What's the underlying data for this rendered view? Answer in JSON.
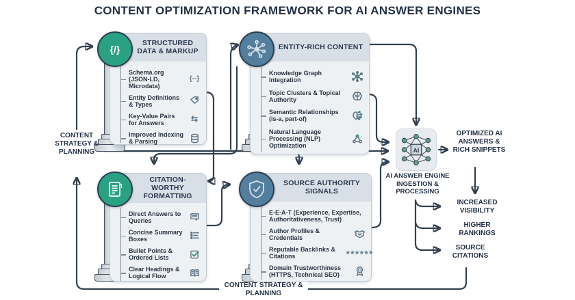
{
  "title": "CONTENT OPTIMIZATION FRAMEWORK FOR AI ANSWER ENGINES",
  "boxes": [
    {
      "id": "structured-data",
      "title": "STRUCTURED DATA & MARKUP",
      "badge_icon": "code-braces-icon",
      "badge_glyph": "{/}",
      "items": [
        {
          "text": "Schema.org (JSON-LD, Microdata)",
          "icon": "braces-icon"
        },
        {
          "text": "Entity Definitions & Types",
          "icon": "tags-icon"
        },
        {
          "text": "Key-Value Pairs for Answers",
          "icon": "swap-arrows-icon"
        },
        {
          "text": "Improved Indexing & Parsing",
          "icon": "database-icon"
        }
      ]
    },
    {
      "id": "entity-rich",
      "title": "ENTITY-RICH CONTENT",
      "badge_icon": "molecule-icon",
      "items": [
        {
          "text": "Knowledge Graph Integration",
          "icon": "graph-node-icon"
        },
        {
          "text": "Topic Clusters & Topical Authority",
          "icon": "brain-icon"
        },
        {
          "text": "Semantic Relationships (is-a, part-of)",
          "icon": "brain-network-icon"
        },
        {
          "text": "Natural Language Processing (NLP) Optimization",
          "icon": "network-icon"
        }
      ]
    },
    {
      "id": "citation-worthy",
      "title": "CITATION-WORTHY FORMATTING",
      "badge_icon": "document-icon",
      "items": [
        {
          "text": "Direct Answers to Queries",
          "icon": "answer-card-icon"
        },
        {
          "text": "Concise Summary Boxes",
          "icon": "summary-list-icon"
        },
        {
          "text": "Bullet Points & Ordered Lists",
          "icon": "checkbox-icon"
        },
        {
          "text": "Clear Headings & Logical Flow",
          "icon": "open-book-icon"
        }
      ]
    },
    {
      "id": "source-authority",
      "title": "SOURCE AUTHORITY SIGNALS",
      "badge_icon": "shield-check-icon",
      "items": [
        {
          "text": "E-E-A-T (Experience, Expertise, Authoritativeness, Trust)",
          "icon": ""
        },
        {
          "text": "Author Profiles & Credentials",
          "icon": "handshake-icon"
        },
        {
          "text": "Reputable Backlinks & Citations",
          "icon": "stars-icon"
        },
        {
          "text": "Domain Trustworthiness (HTTPS, Technical SEO)",
          "icon": "medal-icon"
        }
      ]
    }
  ],
  "ai_node": {
    "label": "AI",
    "caption": "AI ANSWER ENGINE INGESTION & PROCESSING"
  },
  "labels": {
    "content_strategy_left": "CONTENT STRATEGY & PLANNING",
    "content_strategy_bottom": "CONTENT STRATEGY & PLANNING",
    "optimized": "OPTIMIZED AI ANSWERS & RICH SNIPPETS",
    "increased_visibility": "INCREASED VISIBILITY",
    "higher_rankings": "HIGHER RANKINGS",
    "source_citations": "SOURCE CITATIONS",
    "stars": "★★★★★★"
  },
  "colors": {
    "line": "#33404f",
    "teal_badge": "#2ba183",
    "blue_badge": "#537e9e",
    "header_bg": "#d9dfe6",
    "box_bg": "#eef1f3",
    "text": "#243145"
  }
}
